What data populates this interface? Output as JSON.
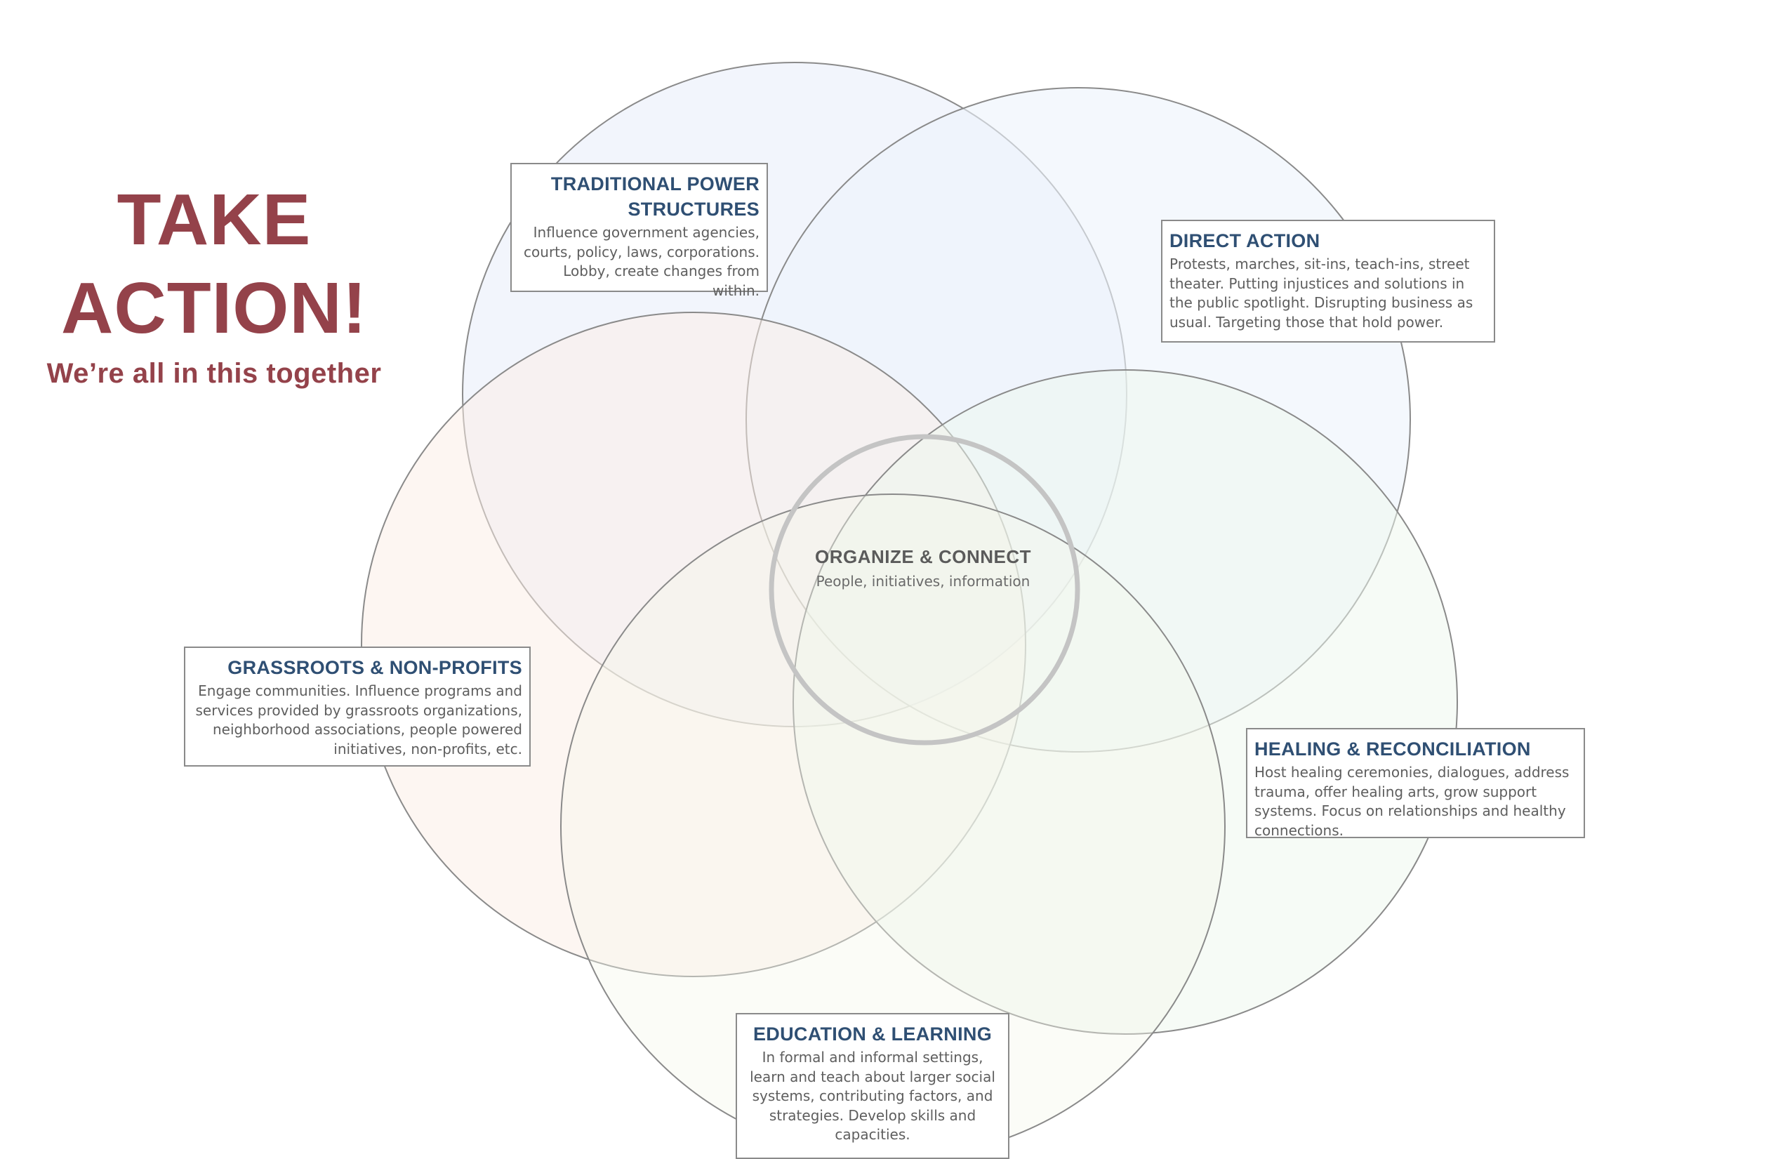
{
  "colors": {
    "headline": "#94424a",
    "box_title": "#2f4f73",
    "center_title": "#5b5b5b",
    "circle_stroke": "#8a8a8a",
    "traditional_fill": "#eef2fb",
    "direct_fill": "#edf3fb",
    "grassroots_fill": "#fbeee6",
    "healing_fill": "#eef7ee",
    "education_fill": "#f5f8ea",
    "center_ring": "#c4c4c4"
  },
  "headline": {
    "line1": "TAKE",
    "line2": "ACTION!",
    "tagline": "We’re all in this together"
  },
  "center": {
    "title": "ORGANIZE & CONNECT",
    "description": "People, initiatives, information"
  },
  "sections": {
    "traditional": {
      "title": "TRADITIONAL POWER STRUCTURES",
      "description": "Influence government agencies, courts, policy, laws, corporations. Lobby, create changes from within."
    },
    "direct": {
      "title": "DIRECT ACTION",
      "description": "Protests, marches, sit-ins, teach-ins, street theater. Putting injustices and solutions in the public spotlight. Disrupting business as usual. Targeting those that hold power."
    },
    "grassroots": {
      "title": "GRASSROOTS & NON-PROFITS",
      "description": "Engage communities. Influence programs and services provided by grassroots organizations, neighborhood associations, people powered initiatives, non-profits, etc."
    },
    "healing": {
      "title": "HEALING & RECONCILIATION",
      "description": "Host healing ceremonies, dialogues, address trauma, offer healing arts, grow support systems. Focus on relationships and healthy connections."
    },
    "education": {
      "title": "EDUCATION & LEARNING",
      "description": "In formal and informal settings, learn and teach about larger social systems, contributing factors, and strategies. Develop skills and capacities."
    }
  }
}
